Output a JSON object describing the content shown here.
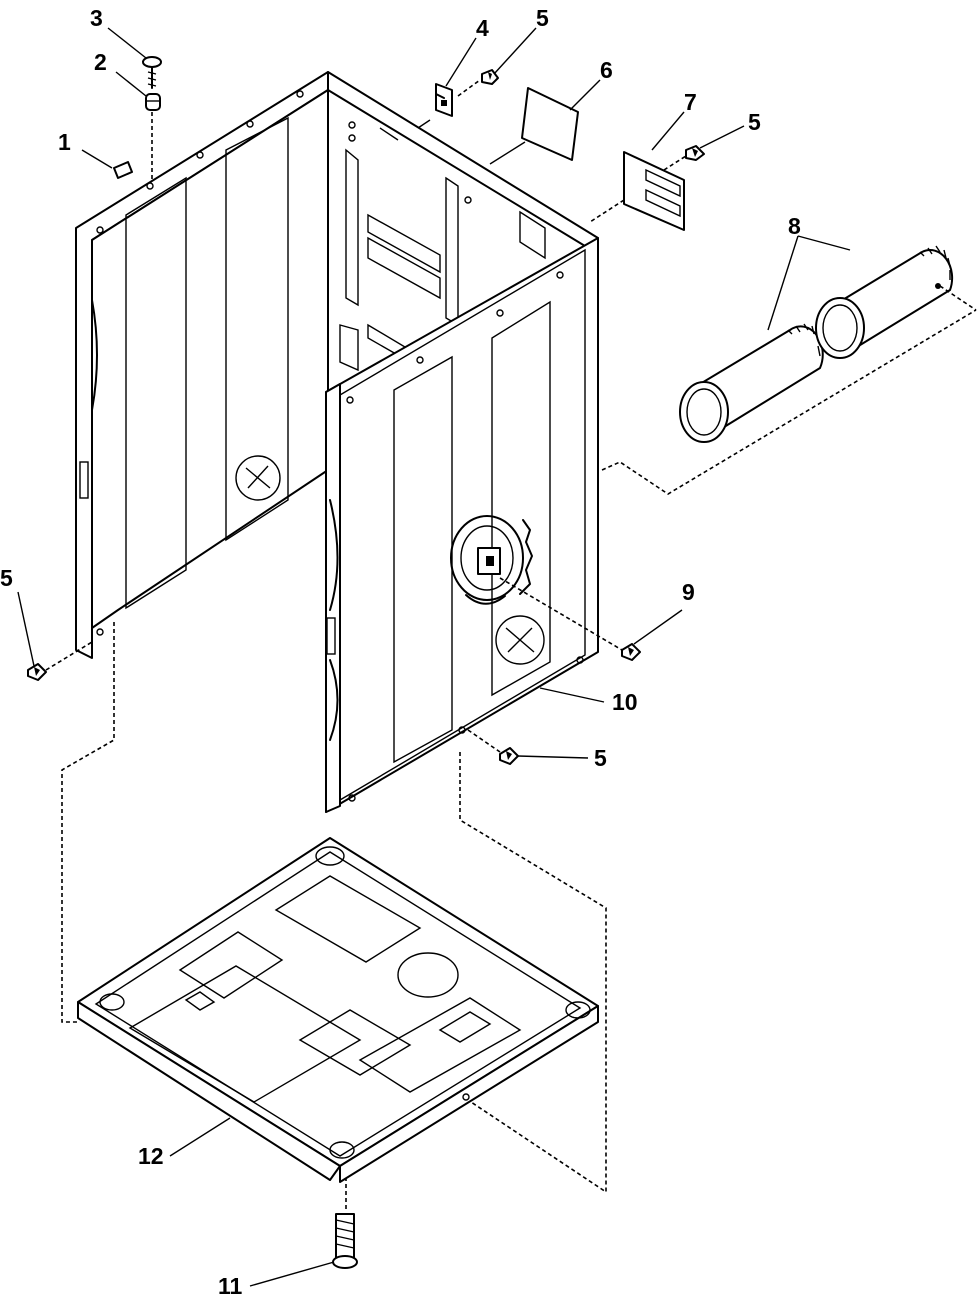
{
  "callouts": [
    {
      "id": "c1",
      "label": "1"
    },
    {
      "id": "c2",
      "label": "2"
    },
    {
      "id": "c3",
      "label": "3"
    },
    {
      "id": "c4",
      "label": "4"
    },
    {
      "id": "c5a",
      "label": "5"
    },
    {
      "id": "c5b",
      "label": "5"
    },
    {
      "id": "c5c",
      "label": "5"
    },
    {
      "id": "c5d",
      "label": "5"
    },
    {
      "id": "c6",
      "label": "6"
    },
    {
      "id": "c7",
      "label": "7"
    },
    {
      "id": "c8",
      "label": "8"
    },
    {
      "id": "c9",
      "label": "9"
    },
    {
      "id": "c10",
      "label": "10"
    },
    {
      "id": "c11",
      "label": "11"
    },
    {
      "id": "c12",
      "label": "12"
    }
  ]
}
